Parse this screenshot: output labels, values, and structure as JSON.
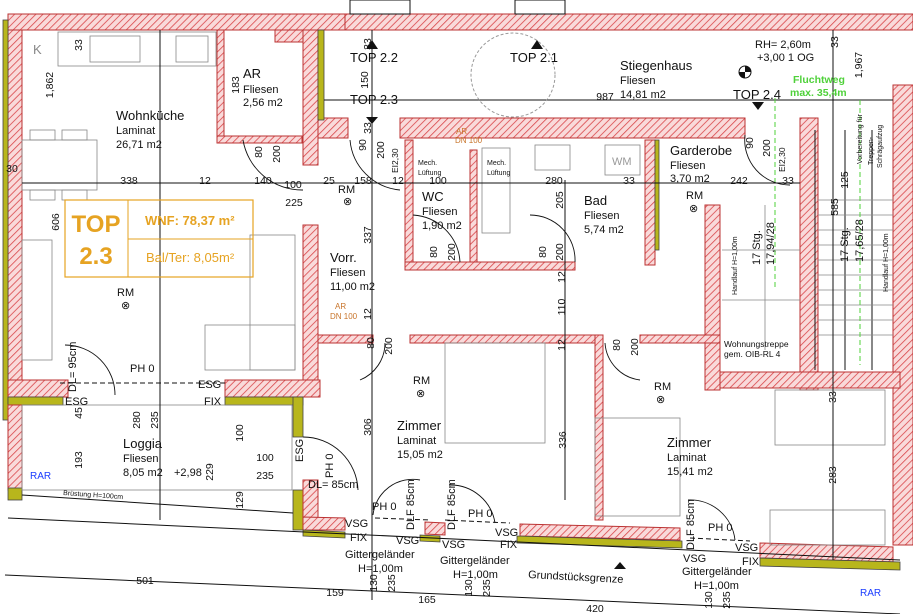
{
  "colors": {
    "wall_hatch": "#d9464a",
    "wall_fill": "#f9dada",
    "insulation": "#b8b61c",
    "top_label": "#e6a322",
    "escape_route": "#4fd13a",
    "rar": "#1a3cff"
  },
  "apartment": {
    "top": "TOP",
    "number": "2.3",
    "wnf": "WNF: 78,37 m²",
    "balcony": "Bal/Ter: 8,05m²"
  },
  "rooms": {
    "kitchen_mark": "K",
    "ar": {
      "name": "AR",
      "floor": "Fliesen",
      "area": "2,56 m2"
    },
    "wohnkueche": {
      "name": "Wohnküche",
      "floor": "Laminat",
      "area": "26,71 m2"
    },
    "stiegenhaus": {
      "name": "Stiegenhaus",
      "floor": "Fliesen",
      "area": "14,81 m2"
    },
    "wc": {
      "name": "WC",
      "floor": "Fliesen",
      "area": "1,90 m2"
    },
    "bad": {
      "name": "Bad",
      "floor": "Fliesen",
      "area": "5,74 m2"
    },
    "garderobe": {
      "name": "Garderobe",
      "floor": "Fliesen",
      "area": "3,70 m2"
    },
    "vorraum": {
      "name": "Vorr.",
      "floor": "Fliesen",
      "area": "11,00 m2"
    },
    "loggia": {
      "name": "Loggia",
      "floor": "Fliesen",
      "area": "8,05 m2",
      "level": "+2,98"
    },
    "zimmer1": {
      "name": "Zimmer",
      "floor": "Laminat",
      "area": "15,05 m2"
    },
    "zimmer2": {
      "name": "Zimmer",
      "floor": "Laminat",
      "area": "15,41 m2"
    }
  },
  "tops": [
    "TOP 2.2",
    "TOP 2.3",
    "TOP 2.1",
    "TOP 2.4"
  ],
  "stair": {
    "rh": "RH= 2,60m",
    "level": "+3,00 1 OG",
    "escape1": "Fluchtweg",
    "escape2": "max. 35,4m",
    "handrail": "Handlauf H=1,00m",
    "steps1": "17 Stg.",
    "rise1": "17,94/28",
    "steps2": "17 Stg.",
    "rise2": "17,65/28",
    "lift": [
      "Vorbereitung für",
      "Treppen-",
      "Schrägaufzug"
    ],
    "apt_stair": [
      "Wohnungstreppe",
      "gem. OIB-RL 4"
    ]
  },
  "labels": {
    "rm": "RM",
    "ei": "EI2,30",
    "mech1": "Mech.",
    "mech2": "Lüftung",
    "wm": "WM",
    "ar": "AR",
    "dn": "DN 100",
    "ph": "PH 0",
    "esg": "ESG",
    "fix": "FIX",
    "vsg": "VSG",
    "dl95": "DL= 95cm",
    "dl85": "DL= 85cm",
    "dlf85": "DLF 85cm",
    "rail": "Gittergeländer",
    "rail_h": "H=1,00m",
    "brustung": "Brüstung H=100cm",
    "rar": "RAR",
    "boundary": "Grundstücksgrenze"
  },
  "dimensions": [
    "33",
    "1,862",
    "183",
    "33",
    "150",
    "33",
    "90",
    "200",
    "80",
    "200",
    "30",
    "338",
    "12",
    "140",
    "100",
    "25",
    "158",
    "12",
    "100",
    "280",
    "33",
    "242",
    "33",
    "225",
    "606",
    "337",
    "205",
    "80",
    "200",
    "80",
    "200",
    "12",
    "110",
    "12",
    "80",
    "200",
    "12",
    "80",
    "200",
    "90",
    "200",
    "33",
    "1,967",
    "585",
    "125",
    "45",
    "280",
    "235",
    "100",
    "193",
    "229",
    "100",
    "235",
    "129",
    "306",
    "336",
    "33",
    "283",
    "130",
    "235",
    "130",
    "235",
    "130",
    "235",
    "501",
    "159",
    "165",
    "420",
    "987"
  ]
}
